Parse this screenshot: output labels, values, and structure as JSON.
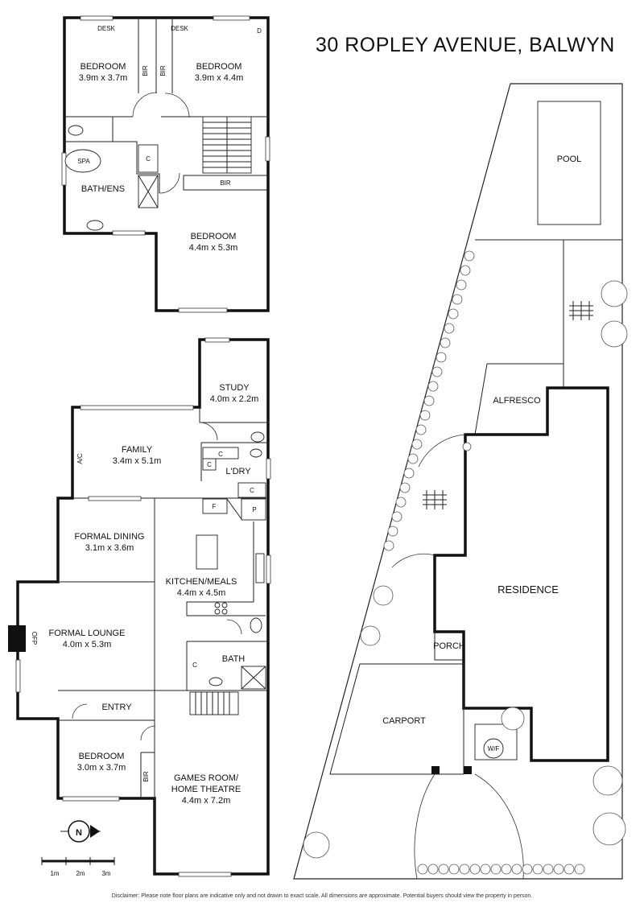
{
  "title": "30 ROPLEY AVENUE, BALWYN",
  "upper_floor": {
    "bedroom_left": {
      "name": "BEDROOM",
      "size": "3.9m x 3.7m"
    },
    "bedroom_right": {
      "name": "BEDROOM",
      "size": "3.9m x 4.4m"
    },
    "bedroom_main": {
      "name": "BEDROOM",
      "size": "4.4m x 5.3m"
    },
    "bath_ens": "BATH/ENS",
    "spa": "SPA",
    "desk_left": "DESK",
    "desk_right": "DESK",
    "d": "D",
    "bir_1": "BIR",
    "bir_2": "BIR",
    "bir_3": "BIR",
    "c": "C"
  },
  "ground_floor": {
    "study": {
      "name": "STUDY",
      "size": "4.0m x 2.2m"
    },
    "family": {
      "name": "FAMILY",
      "size": "3.4m x 5.1m"
    },
    "ac": "A/C",
    "laundry": "L'DRY",
    "c1": "C",
    "c2": "C",
    "c3": "C",
    "f": "F",
    "p": "P",
    "formal_dining": {
      "name": "FORMAL DINING",
      "size": "3.1m x 3.6m"
    },
    "kitchen": {
      "name": "KITCHEN/MEALS",
      "size": "4.4m x 4.5m"
    },
    "formal_lounge": {
      "name": "FORMAL LOUNGE",
      "size": "4.0m x 5.3m"
    },
    "ofp": "OFP",
    "bath": "BATH",
    "c4": "C",
    "entry": "ENTRY",
    "bedroom": {
      "name": "BEDROOM",
      "size": "3.0m x 3.7m"
    },
    "bir": "BIR",
    "games": {
      "name_1": "GAMES ROOM/",
      "name_2": "HOME THEATRE",
      "size": "4.4m x 7.2m"
    }
  },
  "site": {
    "pool": "POOL",
    "alfresco": "ALFRESCO",
    "residence": "RESIDENCE",
    "porch": "PORCH",
    "carport": "CARPORT",
    "wf": "W/F"
  },
  "compass": "N",
  "scale": {
    "s1": "1m",
    "s2": "2m",
    "s3": "3m"
  },
  "disclaimer": "Disclaimer: Please note floor plans are indicative only and not drawn to exact scale. All dimensions are approximate. Potential buyers should view the property in person."
}
